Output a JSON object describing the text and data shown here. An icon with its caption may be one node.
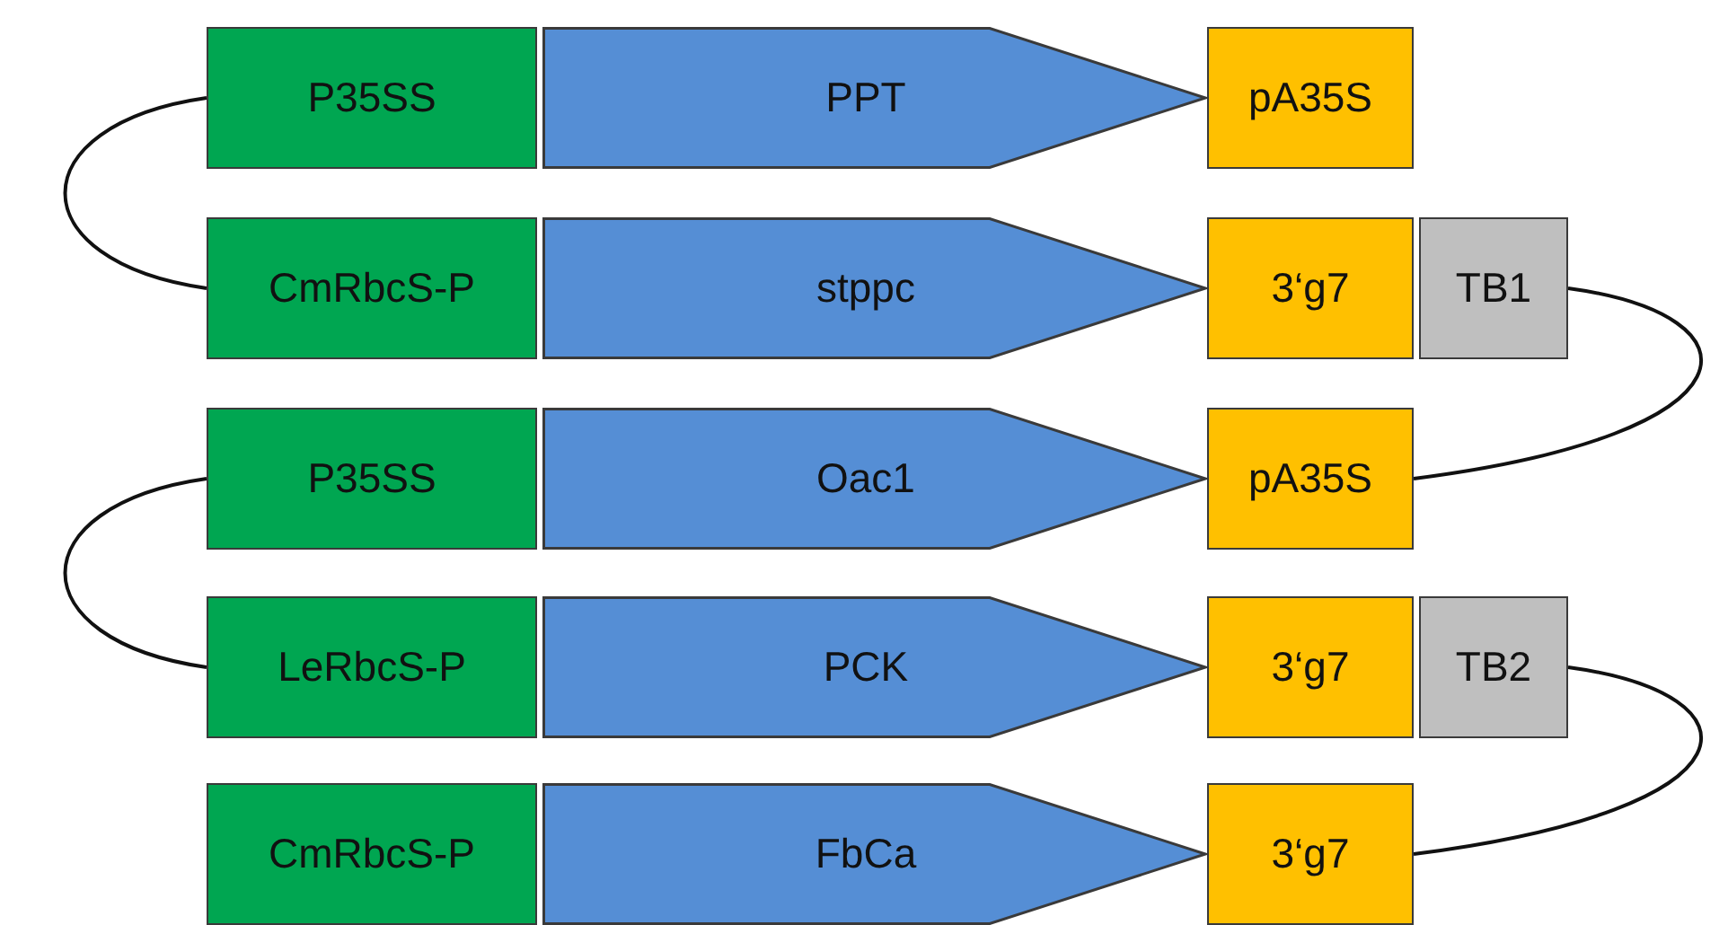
{
  "diagram": {
    "nodes": [
      {
        "text": [
          "P35SS"
        ]
      },
      {
        "text": [
          "PPT"
        ]
      },
      {
        "text": [
          "pA35S"
        ]
      },
      {
        "text": [
          "CmRbcS-P"
        ]
      },
      {
        "text": [
          "stppc"
        ]
      },
      {
        "text": [
          "3‘g7"
        ]
      },
      {
        "text": [
          "TB1"
        ]
      },
      {
        "text": [
          "P35SS"
        ]
      },
      {
        "text": [
          "Oac1"
        ]
      },
      {
        "text": [
          "pA35S"
        ]
      },
      {
        "text": [
          "LeRbcS-P"
        ]
      },
      {
        "text": [
          "PCK"
        ]
      },
      {
        "text": [
          "3‘g7"
        ]
      },
      {
        "text": [
          "TB2"
        ]
      },
      {
        "text": [
          "CmRbcS-P"
        ]
      },
      {
        "text": [
          "FbCa"
        ]
      },
      {
        "text": [
          "3‘g7"
        ]
      }
    ],
    "edges": [
      {
        "from": 0,
        "to": 3,
        "arrow": "none"
      },
      {
        "from": 6,
        "to": 9,
        "arrow": "none"
      },
      {
        "from": 7,
        "to": 10,
        "arrow": "none"
      },
      {
        "from": 13,
        "to": 16,
        "arrow": "none"
      }
    ]
  }
}
